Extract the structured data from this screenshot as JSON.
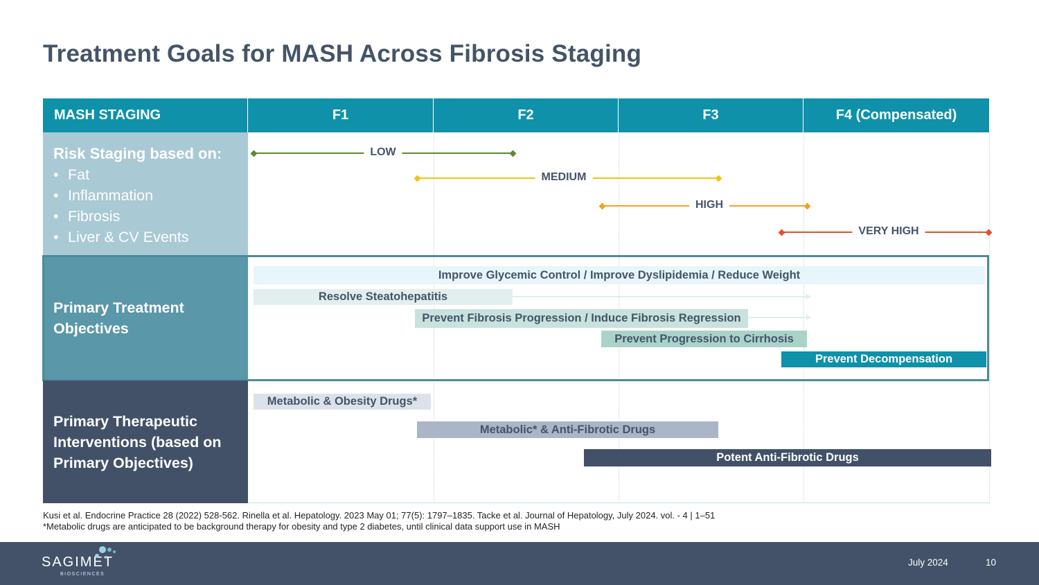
{
  "title": "Treatment Goals for MASH Across Fibrosis Staging",
  "header": {
    "staging": "MASH STAGING",
    "f1": "F1",
    "f2": "F2",
    "f3": "F3",
    "f4": "F4 (Compensated)"
  },
  "risk": {
    "heading": "Risk Staging based on:",
    "factors": [
      "Fat",
      "Inflammation",
      "Fibrosis",
      "Liver & CV Events"
    ],
    "levels": [
      {
        "label": "LOW",
        "color": "#5a8a3a"
      },
      {
        "label": "MEDIUM",
        "color": "#f2c314"
      },
      {
        "label": "HIGH",
        "color": "#f4a21e"
      },
      {
        "label": "VERY HIGH",
        "color": "#e0532a"
      }
    ]
  },
  "objectives": {
    "heading": "Primary Treatment Objectives",
    "items": [
      {
        "label": "Improve Glycemic Control / Improve Dyslipidemia / Reduce Weight",
        "color": "#e6f6fb"
      },
      {
        "label": "Resolve Steatohepatitis",
        "color": "#e3efee"
      },
      {
        "label": "Prevent Fibrosis Progression / Induce Fibrosis Regression",
        "color": "#c9e2dd"
      },
      {
        "label": "Prevent Progression to Cirrhosis",
        "color": "#a9d3c8"
      },
      {
        "label": "Prevent Decompensation",
        "color": "#0f91aa"
      }
    ]
  },
  "interventions": {
    "heading": "Primary Therapeutic Interventions (based on Primary Objectives)",
    "items": [
      {
        "label": "Metabolic & Obesity Drugs*",
        "color": "#dde2ea"
      },
      {
        "label": "Metabolic* & Anti-Fibrotic Drugs",
        "color": "#aab5c7"
      },
      {
        "label": "Potent Anti-Fibrotic Drugs",
        "color": "#425168"
      }
    ]
  },
  "references": [
    "Kusi et al. Endocrine Practice 28 (2022) 528-562. Rinella et al. Hepatology. 2023 May 01; 77(5): 1797–1835. Tacke et al. Journal of Hepatology, July 2024. vol. - 4 | 1–51",
    "*Metabolic drugs are anticipated to be background therapy  for obesity and type 2 diabetes, until clinical data support use in MASH"
  ],
  "footer": {
    "logo": "SAGIMET",
    "logo_sub": "BIOSCIENCES",
    "date": "July 2024",
    "page": "10"
  }
}
